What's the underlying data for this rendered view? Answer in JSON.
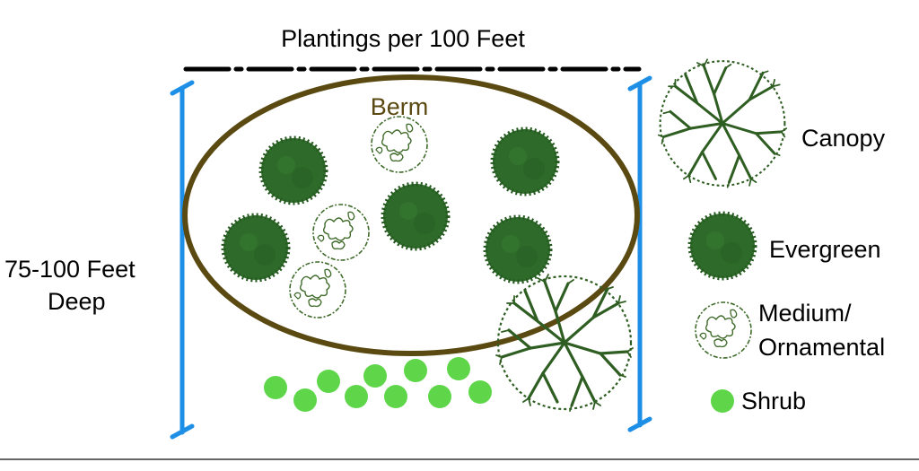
{
  "title": "Plantings per 100 Feet",
  "depth_label": {
    "line1": "75-100 Feet",
    "line2": "Deep"
  },
  "berm_label": "Berm",
  "legend": {
    "canopy": "Canopy",
    "evergreen": "Evergreen",
    "medium_line1": "Medium/",
    "medium_line2": "Ornamental",
    "shrub": "Shrub"
  },
  "colors": {
    "evergreen": "#2e6b2a",
    "canopy": "#2f5e22",
    "medium": "#3f6b2a",
    "shrub": "#5fd64a",
    "berm": "#5a4a12",
    "depth_bar": "#1e8fe6",
    "title_line": "#000000"
  },
  "icons": {
    "canopy": "canopy-tree-icon",
    "evergreen": "evergreen-tree-icon",
    "medium": "ornamental-tree-icon",
    "shrub": "shrub-icon"
  }
}
